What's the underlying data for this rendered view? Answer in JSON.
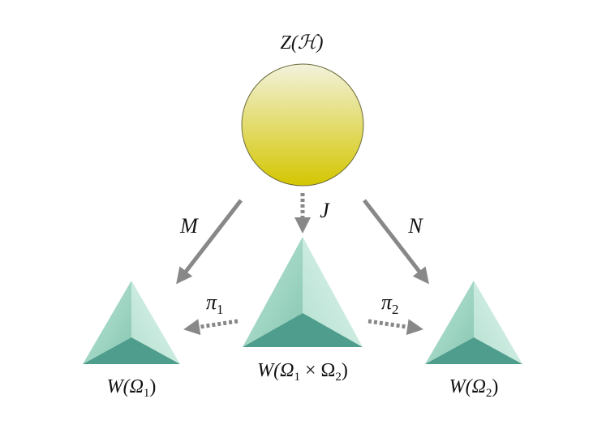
{
  "diagram": {
    "nodes": {
      "z": {
        "label": "Z(ℋ)"
      },
      "w_left": {
        "label_main": "W(Ω",
        "label_sub": "1",
        "label_close": ")"
      },
      "w_center": {
        "label_main": "W(Ω",
        "label_sub1": "1",
        "label_times": " × Ω",
        "label_sub2": "2",
        "label_close": ")"
      },
      "w_right": {
        "label_main": "W(Ω",
        "label_sub": "2",
        "label_close": ")"
      }
    },
    "edges": {
      "m": {
        "label": "M",
        "style": "solid"
      },
      "j": {
        "label": "J",
        "style": "dashed"
      },
      "n": {
        "label": "N",
        "style": "solid"
      },
      "pi1": {
        "label": "π",
        "sub": "1",
        "style": "dashed"
      },
      "pi2": {
        "label": "π",
        "sub": "2",
        "style": "dashed"
      }
    },
    "colors": {
      "sphere_top": "#f2f2dc",
      "sphere_bottom": "#d4c600",
      "sphere_stroke": "#6b6b3a",
      "pyramid_light": "#cfeee3",
      "pyramid_mid": "#9fd6c4",
      "pyramid_base": "#4f9d8c",
      "arrow": "#888888"
    }
  }
}
